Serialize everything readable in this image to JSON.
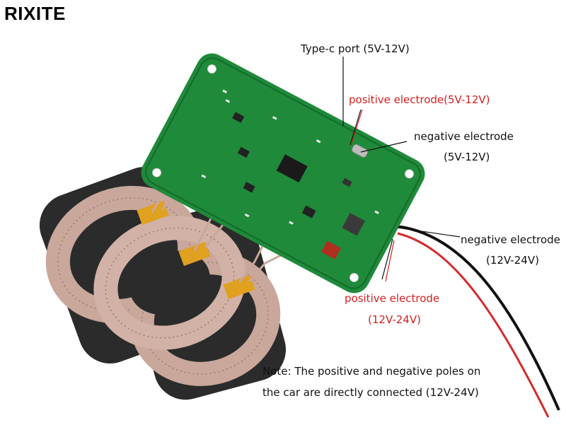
{
  "brand": {
    "name": "RIXITE"
  },
  "labels": {
    "typec_port": "Type-c port (5V-12V)",
    "pos_5_12": "positive electrode(5V-12V)",
    "neg_5_12_line1": "negative electrode",
    "neg_5_12_line2": "(5V-12V)",
    "neg_12_24_line1": "negative electrode",
    "neg_12_24_line2": "(12V-24V)",
    "pos_12_24_line1": "positive electrode",
    "pos_12_24_line2": "(12V-24V)"
  },
  "note": {
    "line1": "Note: The positive and negative poles on",
    "line2": "the car are directly connected (12V-24V)"
  },
  "colors": {
    "pcb_green": "#1f8a3a",
    "pcb_dark": "#146a2b",
    "coil_copper": "#c9a79b",
    "coil_base": "#2a2a2a",
    "tape": "#e0a020",
    "label_red": "#d21f1f"
  }
}
